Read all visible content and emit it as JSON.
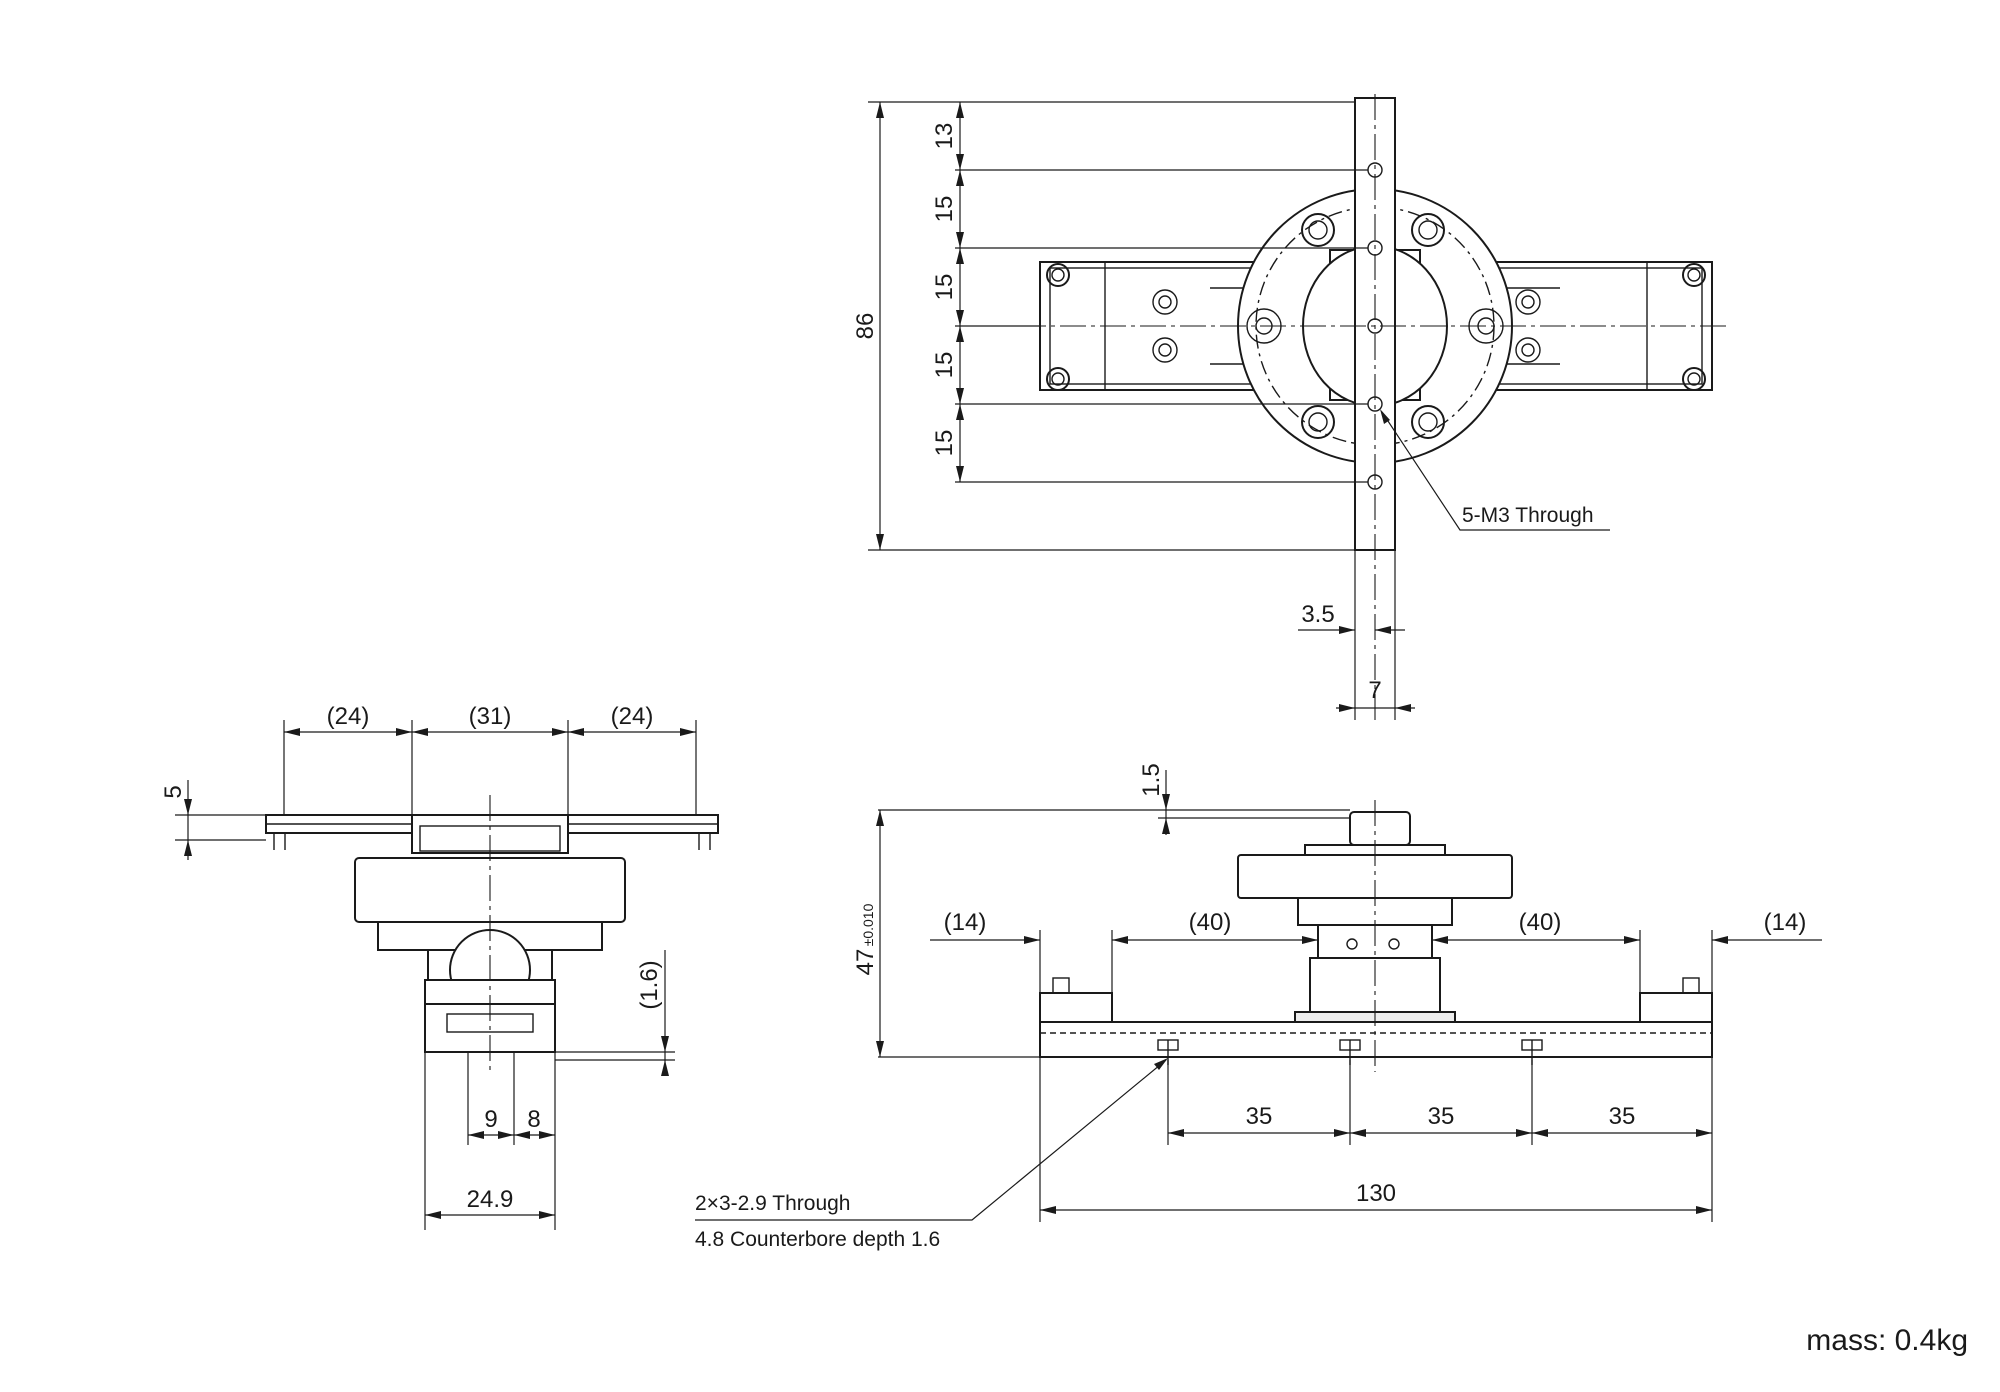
{
  "top_view": {
    "dims_vertical": [
      "13",
      "15",
      "15",
      "15",
      "15"
    ],
    "total_height": "86",
    "rail_offset": "3.5",
    "rail_width": "7",
    "hole_callout": "5-M3 Through"
  },
  "side_view": {
    "widths": [
      "(24)",
      "(31)",
      "(24)"
    ],
    "rail_thickness": "5",
    "base_offset": "(1.6)",
    "dim_9": "9",
    "dim_8": "8",
    "width_total": "24.9"
  },
  "front_view": {
    "top_offset": "1.5",
    "height": "47",
    "height_tol": "±0.010",
    "segments": [
      "(14)",
      "(40)",
      "(40)",
      "(14)"
    ],
    "pitches": [
      "35",
      "35",
      "35"
    ],
    "length": "130",
    "hole_note_line1": "2×3-2.9 Through",
    "hole_note_line2": "4.8 Counterbore depth 1.6"
  },
  "mass_label": "mass: 0.4kg"
}
